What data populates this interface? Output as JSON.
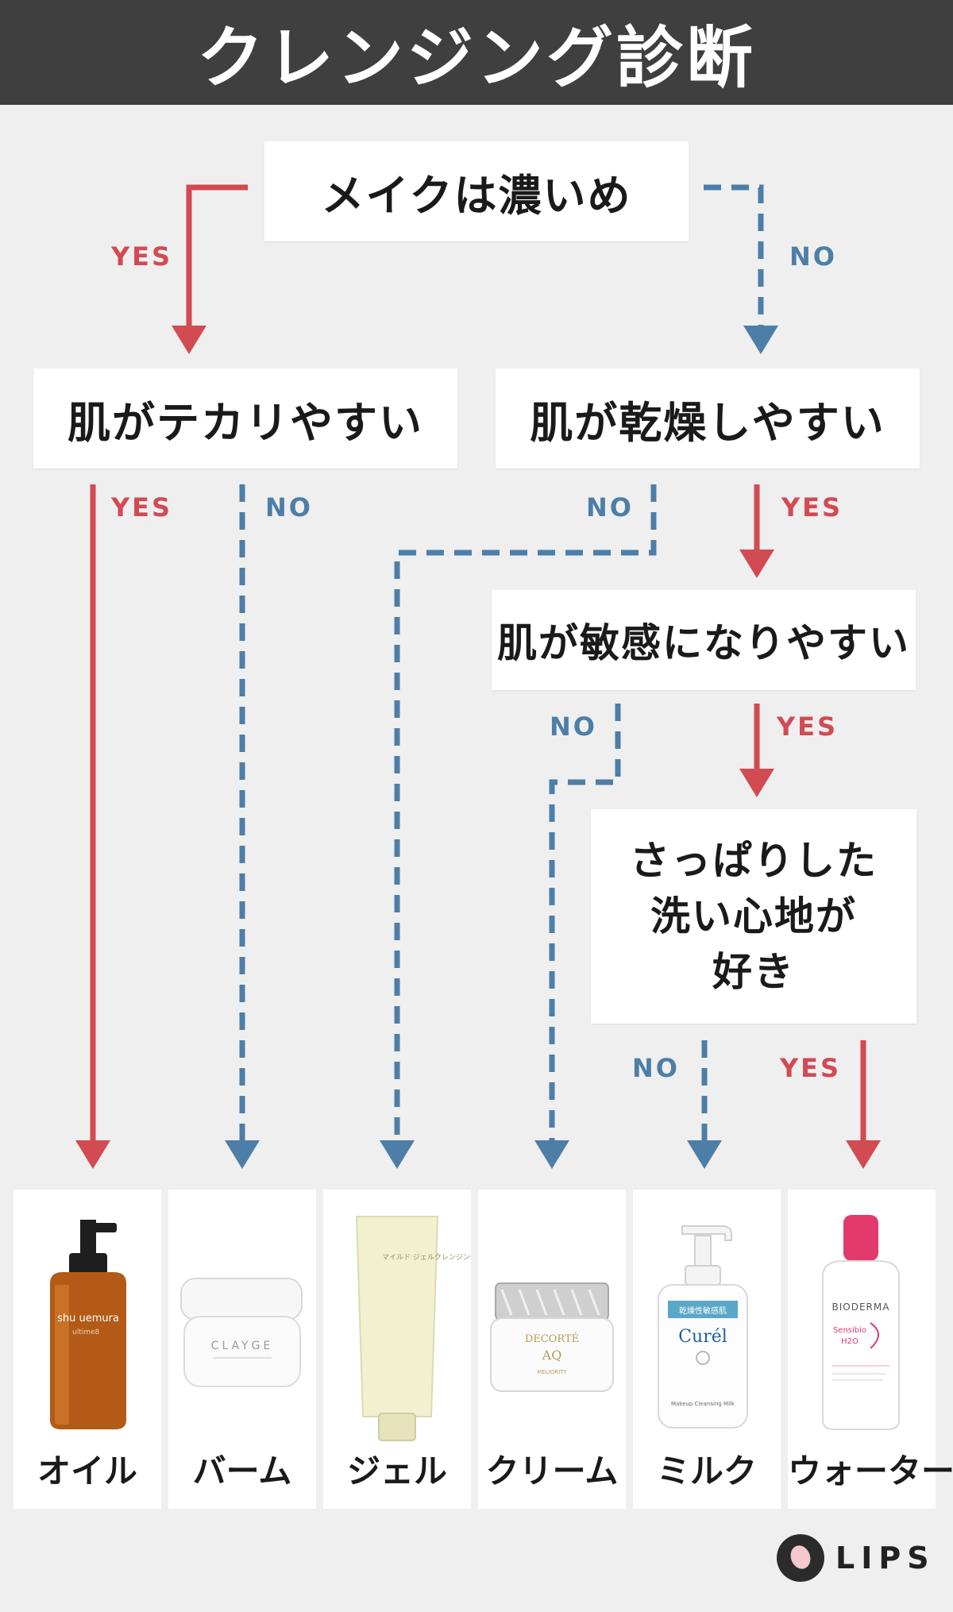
{
  "header": {
    "title": "クレンジング診断"
  },
  "questions": {
    "q1": "メイクは濃いめ",
    "q2": "肌がテカリやすい",
    "q3": "肌が乾燥しやすい",
    "q4": "肌が敏感になりやすい",
    "q5": {
      "line1": "さっぱりした",
      "line2": "洗い心地が",
      "line3": "好き"
    }
  },
  "labels": {
    "yes": "YES",
    "no": "NO"
  },
  "results": [
    {
      "name": "オイル",
      "icon": "oil-bottle-icon"
    },
    {
      "name": "バーム",
      "icon": "balm-jar-icon"
    },
    {
      "name": "ジェル",
      "icon": "gel-tube-icon"
    },
    {
      "name": "クリーム",
      "icon": "cream-jar-icon"
    },
    {
      "name": "ミルク",
      "icon": "milk-pump-bottle-icon"
    },
    {
      "name": "ウォーター",
      "icon": "water-bottle-icon"
    }
  ],
  "product_text": {
    "oil_brand": "shu uemura",
    "oil_line": "ultime8",
    "balm_brand": "CLAYGE",
    "gel_label": "マイルド ジェルクレンジング",
    "cream_brand": "DECORTÉ",
    "cream_line": "AQ",
    "cream_sub": "MELIORITY",
    "milk_brand": "Curél",
    "milk_label": "乾燥性敏感肌",
    "milk_sub": "Makeup Cleansing Milk",
    "water_brand": "BIODERMA",
    "water_line": "Sensibio",
    "water_sub": "H2O"
  },
  "colors": {
    "yes": "#d24a52",
    "no": "#4d7ea8",
    "header_bg": "#3f3f3f"
  },
  "logo": {
    "text": "LIPS"
  }
}
